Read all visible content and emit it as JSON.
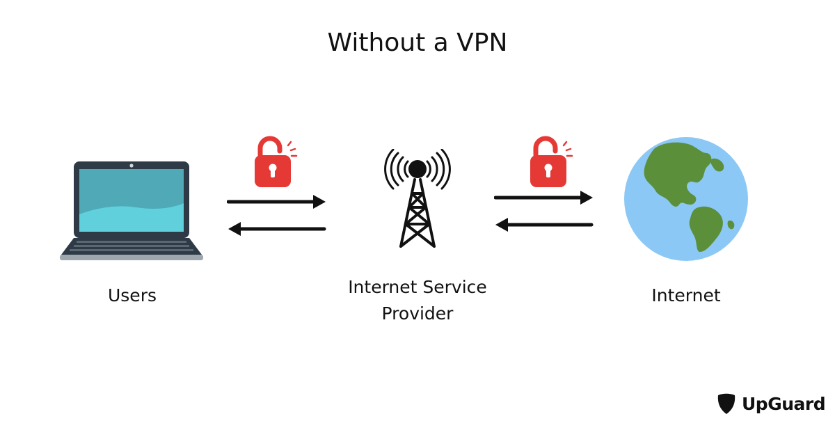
{
  "diagram": {
    "title": "Without a VPN",
    "nodes": [
      {
        "id": "users",
        "label": "Users",
        "icon": "laptop-icon"
      },
      {
        "id": "isp",
        "label_line1": "Internet Service",
        "label_line2": "Provider",
        "icon": "cell-tower-icon"
      },
      {
        "id": "internet",
        "label": "Internet",
        "icon": "globe-icon"
      }
    ],
    "links": [
      {
        "from": "users",
        "to": "isp",
        "direction": "bidirectional",
        "status_icon": "unlocked-padlock-icon"
      },
      {
        "from": "isp",
        "to": "internet",
        "direction": "bidirectional",
        "status_icon": "unlocked-padlock-icon"
      }
    ]
  },
  "brand": {
    "name": "UpGuard",
    "logo_icon": "shield-logo-icon"
  },
  "colors": {
    "lock_red": "#e53935",
    "arrow_black": "#111111",
    "laptop_body": "#2e3b47",
    "laptop_screen": "#4fb8c5",
    "globe_ocean": "#8cc8f5",
    "globe_land": "#5b8f3a"
  }
}
